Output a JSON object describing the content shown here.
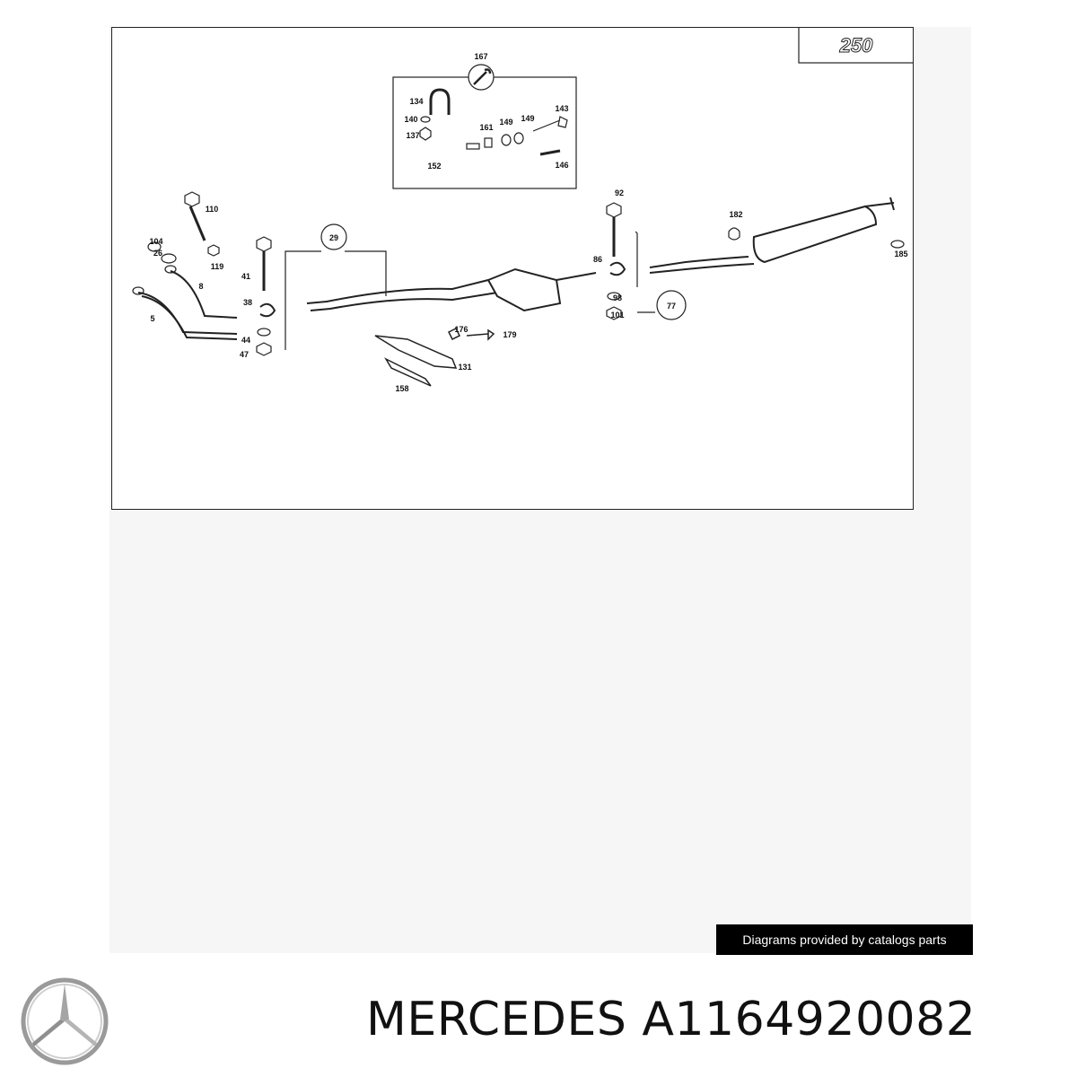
{
  "diagram": {
    "model_badge": "250",
    "part_numbers": [
      "167",
      "134",
      "140",
      "137",
      "152",
      "161",
      "149",
      "149",
      "143",
      "146",
      "110",
      "104",
      "26",
      "119",
      "8",
      "5",
      "41",
      "38",
      "44",
      "47",
      "29",
      "92",
      "86",
      "98",
      "101",
      "77",
      "182",
      "185",
      "176",
      "179",
      "131",
      "158"
    ]
  },
  "caption": "Diagrams provided by catalogs parts",
  "product": {
    "brand": "MERCEDES",
    "part_number": "A1164920082"
  },
  "colors": {
    "line": "#222222",
    "caption_bg": "#000000",
    "sheet_bg": "#f6f6f6"
  },
  "logo": {
    "icon": "mercedes-star-icon"
  }
}
